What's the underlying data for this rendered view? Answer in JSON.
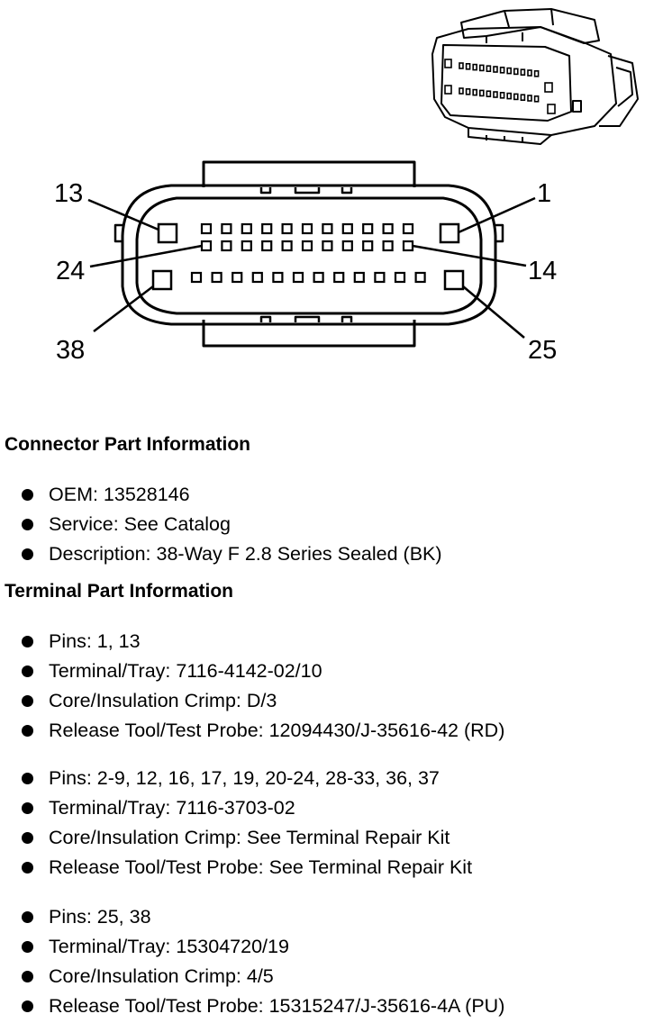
{
  "diagram": {
    "pin_labels": {
      "p13": "13",
      "p1": "1",
      "p24": "24",
      "p14": "14",
      "p38": "38",
      "p25": "25"
    },
    "connector_icon": "connector-38-way-icon",
    "line_color": "#000000",
    "background": "#ffffff"
  },
  "connector_info": {
    "title": "Connector Part Information",
    "items": [
      "OEM: 13528146",
      "Service: See Catalog",
      "Description: 38-Way F 2.8 Series Sealed (BK)"
    ]
  },
  "terminal_info": {
    "title": "Terminal Part Information",
    "groups": [
      [
        "Pins: 1, 13",
        "Terminal/Tray: 7116-4142-02/10",
        "Core/Insulation Crimp: D/3",
        "Release Tool/Test Probe: 12094430/J-35616-42 (RD)"
      ],
      [
        "Pins: 2-9, 12, 16, 17, 19, 20-24, 28-33, 36, 37",
        "Terminal/Tray: 7116-3703-02",
        "Core/Insulation Crimp: See Terminal Repair Kit",
        "Release Tool/Test Probe: See Terminal Repair Kit"
      ],
      [
        "Pins: 25, 38",
        "Terminal/Tray: 15304720/19",
        "Core/Insulation Crimp: 4/5",
        "Release Tool/Test Probe: 15315247/J-35616-4A (PU)"
      ]
    ]
  }
}
